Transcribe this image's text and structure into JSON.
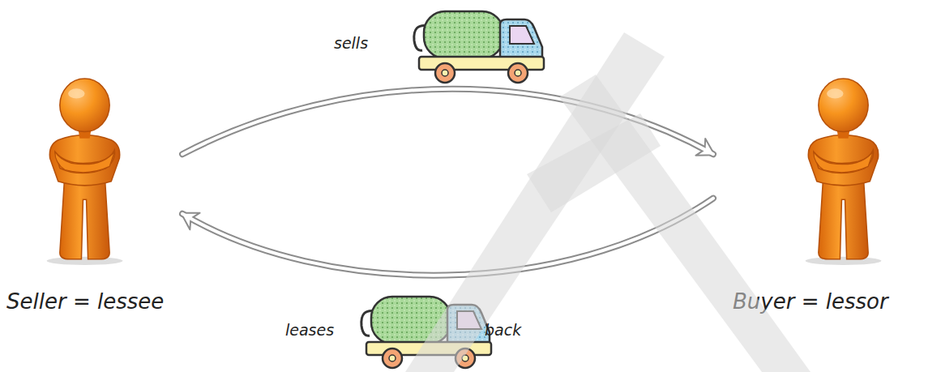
{
  "diagram": {
    "nodes": [
      {
        "text": [
          "Seller = lessee"
        ]
      },
      {
        "text": [
          "Buyer = lessor"
        ]
      }
    ],
    "edges": [
      {
        "from": 0,
        "to": 1,
        "arrow": "to",
        "label": "sells"
      },
      {
        "from": 1,
        "to": 0,
        "arrow": "to",
        "label": "leases"
      }
    ],
    "labels": [
      "back"
    ]
  }
}
